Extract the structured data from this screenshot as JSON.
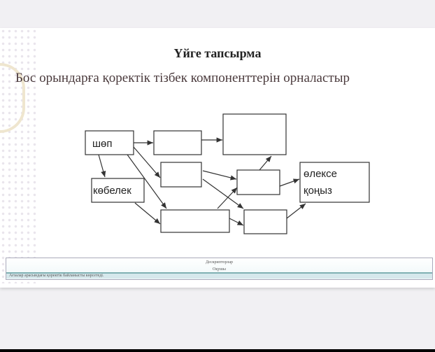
{
  "slide": {
    "title": "Үйге тапсырма",
    "subtitle": "Бос орындарға қоректік тізбек компоненттерін орналастыр",
    "diagram": {
      "box_shop": "шөп",
      "box_kobelek": "көбелек",
      "box_olekse_line1": "өлексе",
      "box_olekse_line2": "қоңыз"
    },
    "table": {
      "header": "Дескрипторлар",
      "subheader": "Оқушы",
      "row": "Ағзалар арасындағы қоректік байланысты көрсетеді."
    }
  }
}
